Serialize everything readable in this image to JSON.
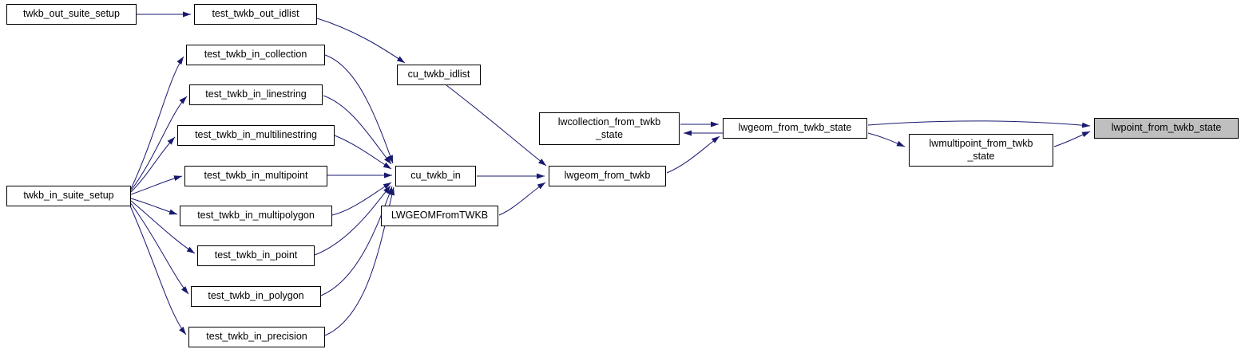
{
  "diagram": {
    "type": "call-graph",
    "highlighted": "lwpoint_from_twkb_state",
    "nodes": {
      "twkb_out_suite_setup": {
        "label": "twkb_out_suite_setup"
      },
      "test_twkb_out_idlist": {
        "label": "test_twkb_out_idlist"
      },
      "cu_twkb_idlist": {
        "label": "cu_twkb_idlist"
      },
      "test_twkb_in_collection": {
        "label": "test_twkb_in_collection"
      },
      "test_twkb_in_linestring": {
        "label": "test_twkb_in_linestring"
      },
      "test_twkb_in_multilinestring": {
        "label": "test_twkb_in_multilinestring"
      },
      "test_twkb_in_multipoint": {
        "label": "test_twkb_in_multipoint"
      },
      "twkb_in_suite_setup": {
        "label": "twkb_in_suite_setup"
      },
      "test_twkb_in_multipolygon": {
        "label": "test_twkb_in_multipolygon"
      },
      "test_twkb_in_point": {
        "label": "test_twkb_in_point"
      },
      "test_twkb_in_polygon": {
        "label": "test_twkb_in_polygon"
      },
      "test_twkb_in_precision": {
        "label": "test_twkb_in_precision"
      },
      "cu_twkb_in": {
        "label": "cu_twkb_in"
      },
      "LWGEOMFromTWKB": {
        "label": "LWGEOMFromTWKB"
      },
      "lwgeom_from_twkb": {
        "label": "lwgeom_from_twkb"
      },
      "lwcollection_from_twkb_state": {
        "label": "lwcollection_from_twkb\n_state"
      },
      "lwgeom_from_twkb_state": {
        "label": "lwgeom_from_twkb_state"
      },
      "lwmultipoint_from_twkb_state": {
        "label": "lwmultipoint_from_twkb\n_state"
      },
      "lwpoint_from_twkb_state": {
        "label": "lwpoint_from_twkb_state"
      }
    },
    "edges": [
      [
        "twkb_out_suite_setup",
        "test_twkb_out_idlist"
      ],
      [
        "test_twkb_out_idlist",
        "cu_twkb_idlist"
      ],
      [
        "cu_twkb_idlist",
        "lwgeom_from_twkb"
      ],
      [
        "twkb_in_suite_setup",
        "test_twkb_in_collection"
      ],
      [
        "twkb_in_suite_setup",
        "test_twkb_in_linestring"
      ],
      [
        "twkb_in_suite_setup",
        "test_twkb_in_multilinestring"
      ],
      [
        "twkb_in_suite_setup",
        "test_twkb_in_multipoint"
      ],
      [
        "twkb_in_suite_setup",
        "test_twkb_in_multipolygon"
      ],
      [
        "twkb_in_suite_setup",
        "test_twkb_in_point"
      ],
      [
        "twkb_in_suite_setup",
        "test_twkb_in_polygon"
      ],
      [
        "twkb_in_suite_setup",
        "test_twkb_in_precision"
      ],
      [
        "test_twkb_in_collection",
        "cu_twkb_in"
      ],
      [
        "test_twkb_in_linestring",
        "cu_twkb_in"
      ],
      [
        "test_twkb_in_multilinestring",
        "cu_twkb_in"
      ],
      [
        "test_twkb_in_multipoint",
        "cu_twkb_in"
      ],
      [
        "test_twkb_in_multipolygon",
        "cu_twkb_in"
      ],
      [
        "test_twkb_in_point",
        "cu_twkb_in"
      ],
      [
        "test_twkb_in_polygon",
        "cu_twkb_in"
      ],
      [
        "test_twkb_in_precision",
        "cu_twkb_in"
      ],
      [
        "cu_twkb_in",
        "lwgeom_from_twkb"
      ],
      [
        "LWGEOMFromTWKB",
        "lwgeom_from_twkb"
      ],
      [
        "lwgeom_from_twkb",
        "lwgeom_from_twkb_state"
      ],
      [
        "lwcollection_from_twkb_state",
        "lwgeom_from_twkb_state"
      ],
      [
        "lwgeom_from_twkb_state",
        "lwcollection_from_twkb_state"
      ],
      [
        "lwgeom_from_twkb_state",
        "lwmultipoint_from_twkb_state"
      ],
      [
        "lwgeom_from_twkb_state",
        "lwpoint_from_twkb_state"
      ],
      [
        "lwmultipoint_from_twkb_state",
        "lwpoint_from_twkb_state"
      ]
    ],
    "colors": {
      "edge": "#191970",
      "node_bg": "#ffffff",
      "node_border": "#000000",
      "highlight_bg": "#bfbfbf"
    }
  }
}
